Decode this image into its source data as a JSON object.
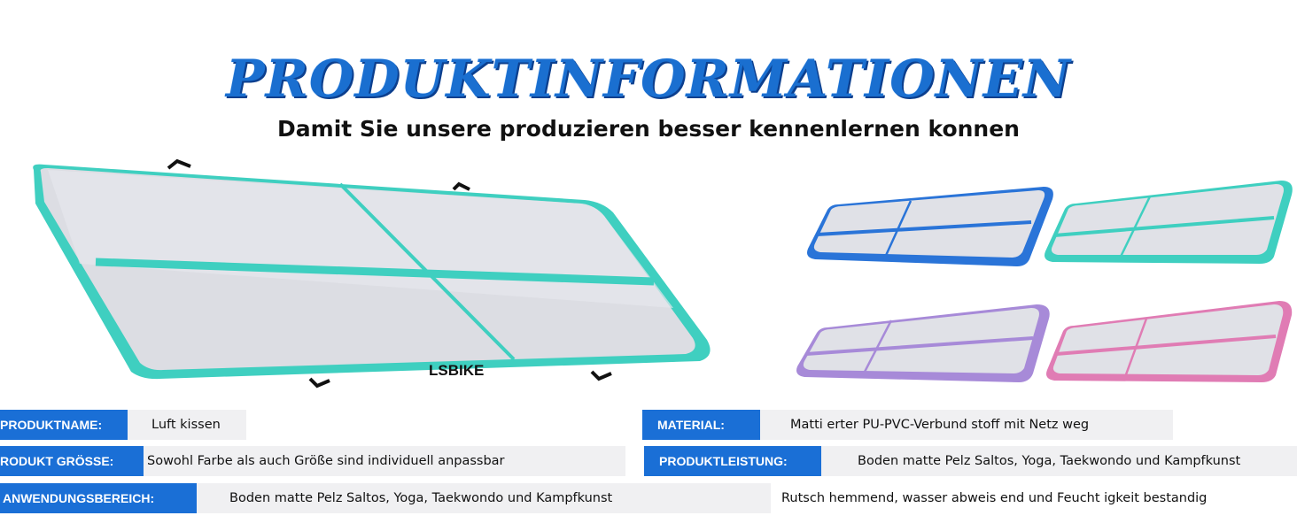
{
  "header": {
    "title": "PRODUKTINFORMATIONEN",
    "subtitle": "Damit Sie unsere produzieren besser kennenlernen konnen"
  },
  "product_image": {
    "brand_text": "LSBIKE",
    "color_variants": [
      "blue",
      "teal",
      "purple",
      "pink"
    ]
  },
  "specs": {
    "left": [
      {
        "label": "PRODUKTNAME:",
        "value": "Luft kissen"
      },
      {
        "label": "RODUKT GRÖSSE:",
        "value": "Sowohl Farbe als auch Größe sind individuell anpassbar"
      },
      {
        "label": "ANWENDUNGSBEREICH:",
        "value": "Boden matte Pelz Saltos, Yoga, Taekwondo und Kampfkunst"
      }
    ],
    "right": [
      {
        "label": "MATERIAL:",
        "value": "Matti erter PU-PVC-Verbund stoff mit Netz weg"
      },
      {
        "label": "PRODUKTLEISTUNG:",
        "value": "Boden matte Pelz Saltos, Yoga, Taekwondo und Kampfkunst"
      },
      {
        "label": "",
        "value": "Rutsch hemmend, wasser abweis end und Feucht igkeit bestandig"
      }
    ]
  },
  "colors": {
    "accent_blue": "#1a6fd6",
    "teal": "#3fcfc0",
    "blue": "#2a74d8",
    "purple": "#a78ad8",
    "pink": "#e07cb4"
  }
}
